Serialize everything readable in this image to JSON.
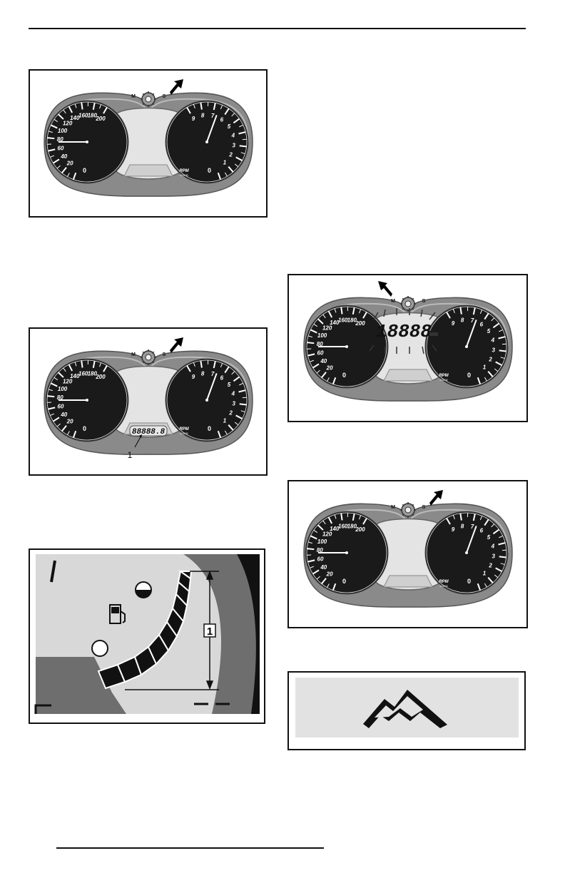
{
  "speedometer": {
    "ticks": [
      "20",
      "40",
      "60",
      "80",
      "100",
      "120",
      "140",
      "160",
      "180",
      "200"
    ],
    "zero": "0"
  },
  "tachometer": {
    "ticks": [
      "1",
      "2",
      "3",
      "4",
      "5",
      "6",
      "7",
      "8",
      "9"
    ],
    "zero": "0",
    "unit_top": "RPM",
    "unit_bottom": "X1000"
  },
  "mode_letters": {
    "left": "M",
    "right": "S"
  },
  "figure_2": {
    "odometer_text": "88888.8",
    "callout": "1"
  },
  "figure_3": {
    "callout": "1"
  },
  "figure_4": {
    "display_digits": "18888"
  },
  "colors": {
    "bezel": "#8a8a8a",
    "dial": "#1a1a1a",
    "lcd": "#e4e4e4",
    "fuel_panel": "#d8d8d8",
    "fuel_dark": "#6e6e6e",
    "mountain_bg": "#e2e2e2"
  }
}
